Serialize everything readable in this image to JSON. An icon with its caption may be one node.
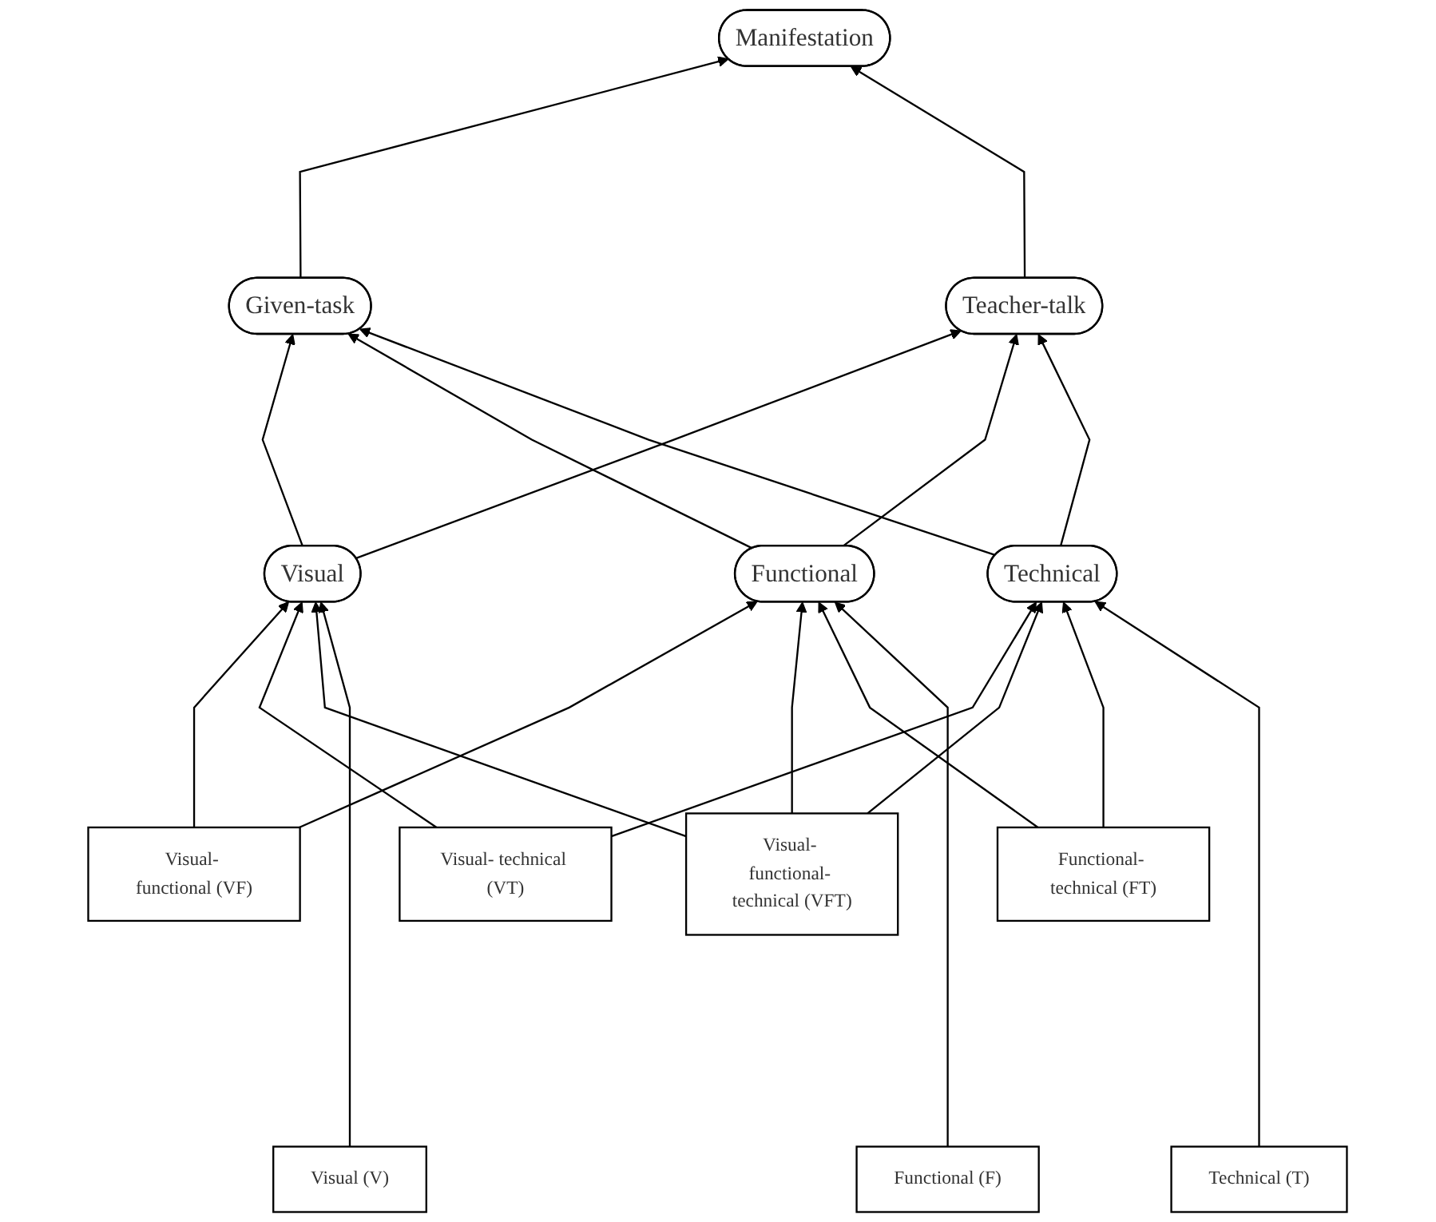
{
  "diagram": {
    "nodes": [
      {
        "text": [
          "Manifestation"
        ]
      },
      {
        "text": [
          "Given-task"
        ]
      },
      {
        "text": [
          "Teacher-talk"
        ]
      },
      {
        "text": [
          "Visual"
        ]
      },
      {
        "text": [
          "Functional"
        ]
      },
      {
        "text": [
          "Technical"
        ]
      },
      {
        "text": [
          "Visual- functional (VF)"
        ]
      },
      {
        "text": [
          "Visual- technical (VT)"
        ]
      },
      {
        "text": [
          "Visual- functional- technical (VFT)"
        ]
      },
      {
        "text": [
          "Functional- technical (FT)"
        ]
      },
      {
        "text": [
          "Visual (V)"
        ]
      },
      {
        "text": [
          "Functional (F)"
        ]
      },
      {
        "text": [
          "Technical (T)"
        ]
      }
    ],
    "edges": [
      {
        "from": 1,
        "to": 0,
        "arrow": "to"
      },
      {
        "from": 2,
        "to": 0,
        "arrow": "to"
      },
      {
        "from": 3,
        "to": 1,
        "arrow": "to"
      },
      {
        "from": 3,
        "to": 2,
        "arrow": "to"
      },
      {
        "from": 4,
        "to": 1,
        "arrow": "to"
      },
      {
        "from": 4,
        "to": 2,
        "arrow": "to"
      },
      {
        "from": 5,
        "to": 1,
        "arrow": "to"
      },
      {
        "from": 5,
        "to": 2,
        "arrow": "to"
      },
      {
        "from": 6,
        "to": 3,
        "arrow": "to"
      },
      {
        "from": 6,
        "to": 4,
        "arrow": "to"
      },
      {
        "from": 7,
        "to": 3,
        "arrow": "to"
      },
      {
        "from": 7,
        "to": 5,
        "arrow": "to"
      },
      {
        "from": 8,
        "to": 3,
        "arrow": "to"
      },
      {
        "from": 8,
        "to": 4,
        "arrow": "to"
      },
      {
        "from": 8,
        "to": 5,
        "arrow": "to"
      },
      {
        "from": 9,
        "to": 4,
        "arrow": "to"
      },
      {
        "from": 9,
        "to": 5,
        "arrow": "to"
      },
      {
        "from": 10,
        "to": 3,
        "arrow": "to"
      },
      {
        "from": 11,
        "to": 4,
        "arrow": "to"
      },
      {
        "from": 12,
        "to": 5,
        "arrow": "to"
      }
    ]
  }
}
